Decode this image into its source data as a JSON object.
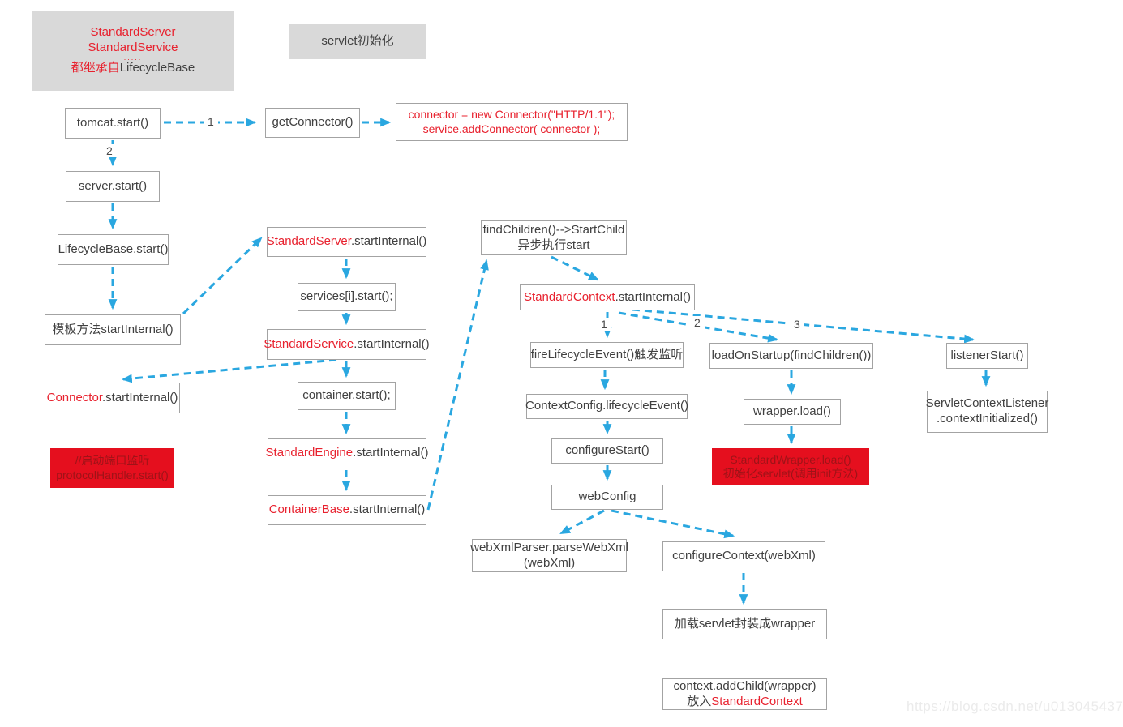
{
  "notes": {
    "inherit": {
      "line1": "StandardServer",
      "line2": "StandardService",
      "dots": ".....",
      "line3_red": "都继承自",
      "line3_dark": "LifecycleBase"
    },
    "servlet_init": "servlet初始化"
  },
  "nodes": {
    "tomcat_start": "tomcat.start()",
    "get_connector": "getConnector()",
    "connector_code": {
      "line1": "connector = new Connector(\"HTTP/1.1\");",
      "line2": "service.addConnector( connector );"
    },
    "server_start": "server.start()",
    "lifecyclebase_start": "LifecycleBase.start()",
    "template_method": "模板方法startInternal()",
    "connector_internal": {
      "red": "Connector",
      "rest": ".startInternal()"
    },
    "protocol_handler": {
      "line1": "//启动端口监听",
      "line2": "protocolHandler.start()"
    },
    "standard_server": {
      "red": "StandardServer",
      "rest": ".startInternal()"
    },
    "services_start": "services[i].start();",
    "standard_service": {
      "red": "StandardService",
      "rest": ".startInternal()"
    },
    "container_start": "container.start();",
    "standard_engine": {
      "red": "StandardEngine",
      "rest": ".startInternal()"
    },
    "container_base": {
      "red": "ContainerBase",
      "rest": ".startInternal()"
    },
    "find_children": {
      "line1": "findChildren()-->StartChild",
      "line2": "异步执行start"
    },
    "standard_context": {
      "red": "StandardContext",
      "rest": ".startInternal()"
    },
    "fire_lifecycle": "fireLifecycleEvent()触发监听",
    "context_config": "ContextConfig.lifecycleEvent()",
    "configure_start": "configureStart()",
    "web_config": "webConfig",
    "webxml_parser": {
      "line1": "webXmlParser.parseWebXml",
      "line2": "(webXml)"
    },
    "configure_context": "configureContext(webXml)",
    "load_wrapper_note": "加载servlet封装成wrapper",
    "add_child": {
      "line1": "context.addChild(wrapper)",
      "line2_dark": "放入",
      "line2_red": "StandardContext"
    },
    "load_on_startup": "loadOnStartup(findChildren())",
    "wrapper_load": "wrapper.load()",
    "standard_wrapper": {
      "line1": "StandardWrapper.load()",
      "line2": "初始化servlet(调用init方法)"
    },
    "listener_start": "listenerStart()",
    "servlet_context_listener": {
      "line1": "ServletContextListener",
      "line2": ".contextInitialized()"
    }
  },
  "edge_labels": {
    "tomcat_to_getconnector": "1",
    "tomcat_to_server": "2",
    "ctx_to_fire": "1",
    "ctx_to_loadonstartup": "2",
    "ctx_to_listenerstart": "3"
  },
  "watermark": "https://blog.csdn.net/u013045437",
  "colors": {
    "arrow_blue": "#2aa7e0",
    "red_text": "#e8212e",
    "red_fill": "#e50f1e",
    "red_fill_text": "#9e1318",
    "gray_fill": "#d9d9d9",
    "box_border": "#a3a3a3",
    "box_text": "#404040",
    "watermark": "#ebebeb"
  }
}
